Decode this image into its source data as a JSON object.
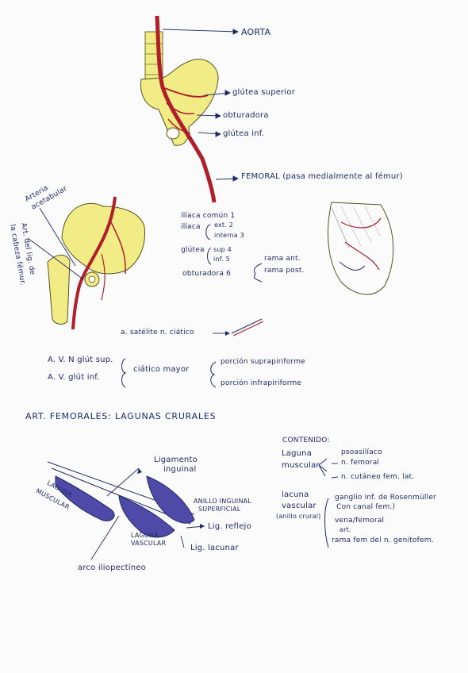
{
  "colors": {
    "ink": "#1f2a6a",
    "artery": "#b01e2a",
    "bone": "#f2ec86",
    "muscle": "#4f4aa8"
  },
  "top": {
    "aorta": "AORTA",
    "glutea_superior": "glútea superior",
    "obturadora": "obturadora",
    "glutea_inf": "glútea inf.",
    "femoral": "FEMORAL (pasa medialmente al fémur)"
  },
  "side": {
    "arteria_acetabular_1": "Arteria",
    "arteria_acetabular_2": "acetabular",
    "art_lig_1": "Art. del lig. de",
    "art_lig_2": "la cabeza fémur."
  },
  "branches": {
    "iliaca_comun": "ilíaca común 1",
    "iliaca": "ilíaca",
    "ext": "ext. 2",
    "interna": "interna 3",
    "glutea": "glútea",
    "sup": "sup 4",
    "inf": "inf. 5",
    "obturadora": "obturadora 6",
    "rama_ant": "rama ant.",
    "rama_post": "rama post."
  },
  "satelite": "a. satélite n. ciático",
  "gluteal": {
    "av_glut_sup": "A. V. N glút sup.",
    "av_glut_inf": "A. V. glút inf.",
    "ciatico_mayor": "ciático mayor",
    "porcion_supra": "porción suprapiriforme",
    "porcion_infra": "porción infrapiriforme"
  },
  "femorales": {
    "heading": "ART. FEMORALES: LAGUNAS CRURALES",
    "ligamento_1": "Ligamento",
    "ligamento_2": "inguinal",
    "laguna_muscular_1": "LAGUNA",
    "laguna_muscular_2": "MUSCULAR",
    "anillo_1": "ANILLO INGUINAL",
    "anillo_2": "SUPERFICIAL",
    "lig_reflejo": "Lig. reflejo",
    "laguna_vascular_1": "LAGUNA",
    "laguna_vascular_2": "VASCULAR",
    "lig_lacunar": "Lig. lacunar",
    "arco": "arco iliopectíneo"
  },
  "contenido": {
    "heading": "CONTENIDO:",
    "laguna": "Laguna",
    "muscular": "muscular",
    "psoasiliaco": "psoasilíaco",
    "n_femoral": "n. femoral",
    "n_cutaneo": "n. cutáneo fem. lat.",
    "lacuna": "lacuna",
    "vascular": "vascular",
    "anillo_crural": "(anillo crural)",
    "ganglio": "ganglio inf. de Rosenmüller",
    "canal": "Con canal fem.)",
    "vena": "vena/femoral",
    "art": "art.",
    "rama_fem": "rama fem del n. genitofem."
  }
}
